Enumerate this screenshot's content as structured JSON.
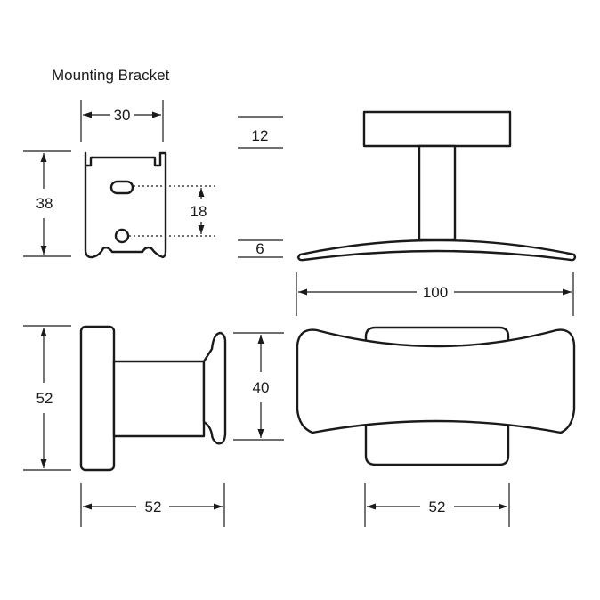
{
  "title": "Mounting Bracket",
  "dimensions": {
    "bracket_width": "30",
    "bracket_height": "38",
    "hole_spacing": "18",
    "base_thickness": "12",
    "hook_thickness": "6",
    "hook_width": "100",
    "side_height": "52",
    "side_depth": "52",
    "hook_height": "40",
    "base_width": "52"
  },
  "colors": {
    "line": "#1a1a1a",
    "fill": "#ffffff"
  }
}
